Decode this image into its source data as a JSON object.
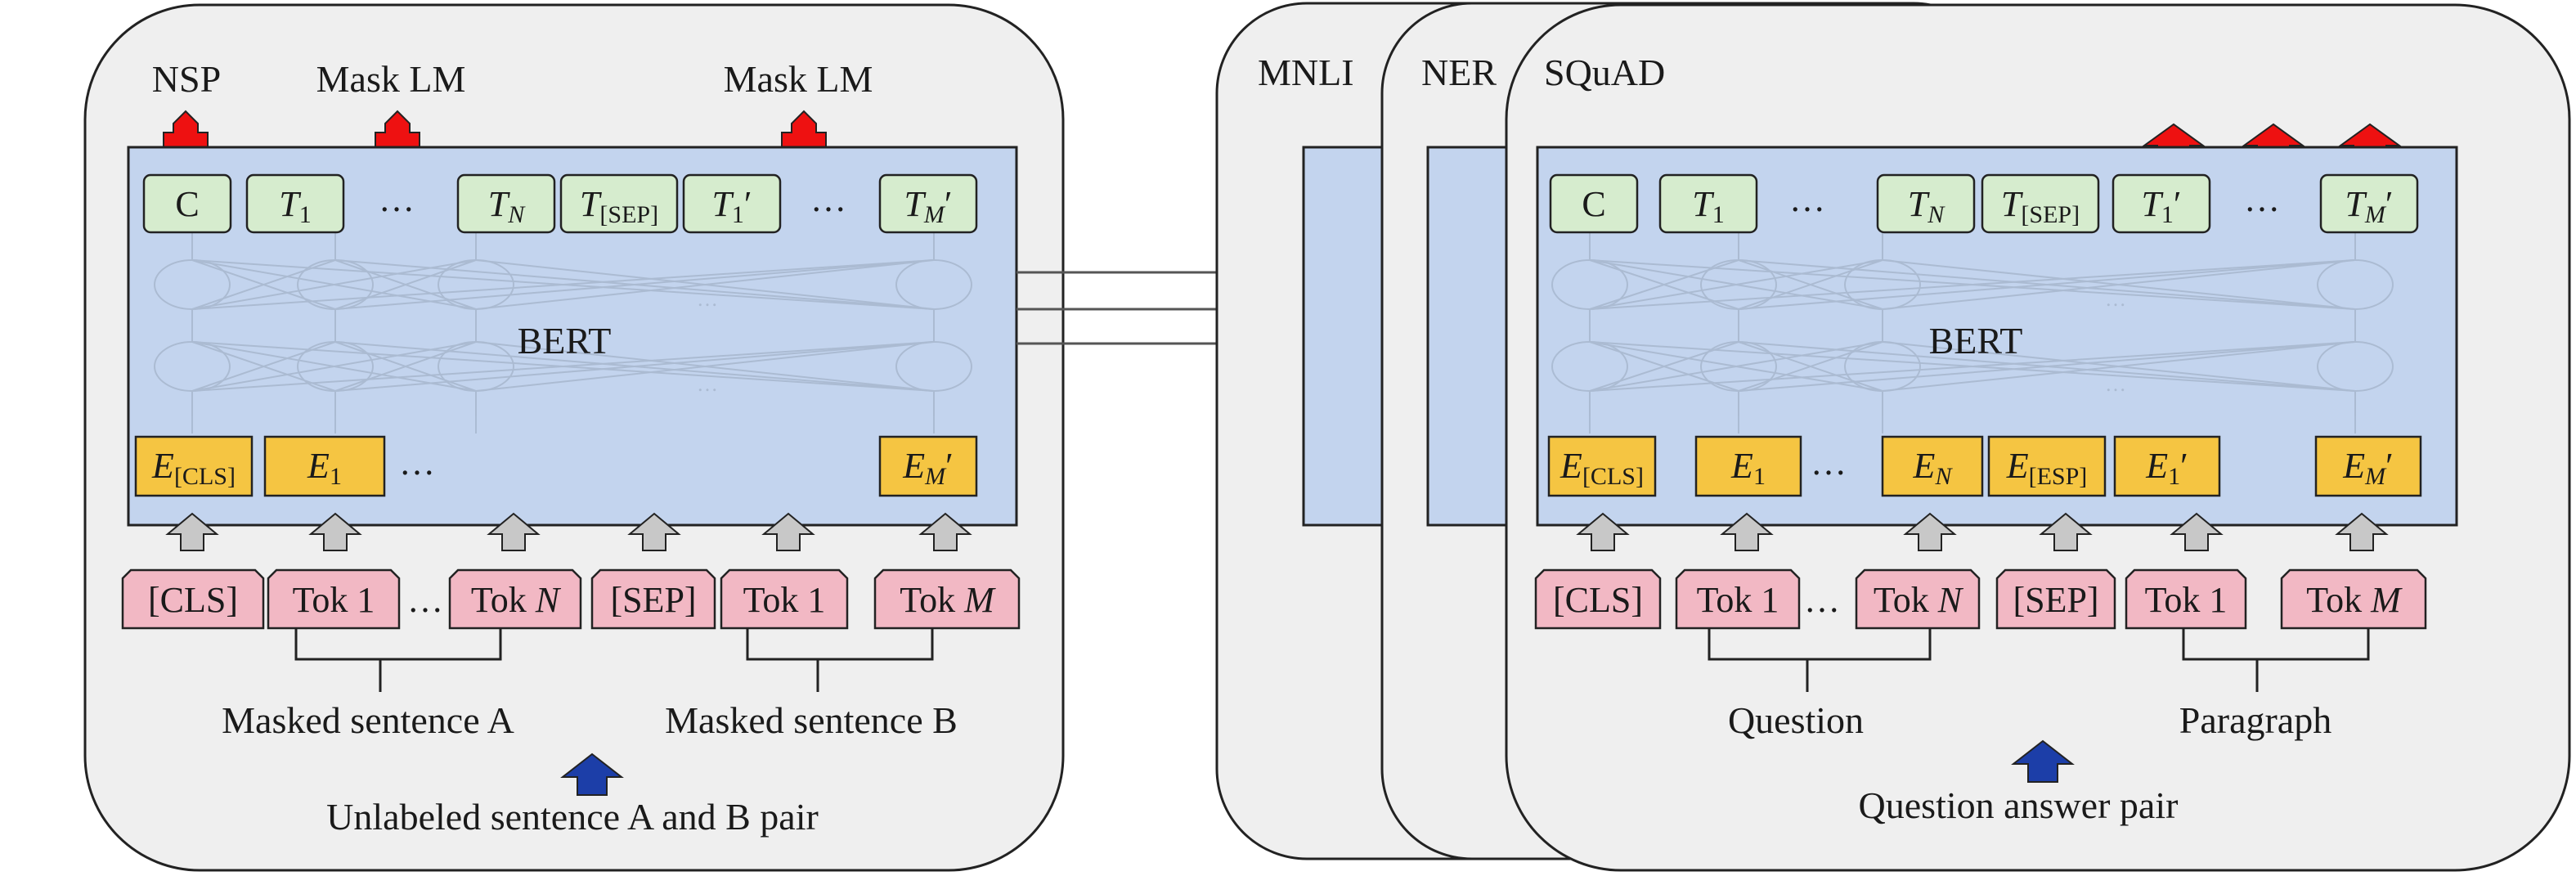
{
  "pretraining": {
    "heads": [
      "NSP",
      "Mask LM",
      "Mask LM"
    ],
    "model": "BERT",
    "outputs": [
      "C",
      "T",
      "1",
      "…",
      "T",
      "N",
      "T",
      "[SEP]",
      "T",
      "1",
      "′",
      "…",
      "T",
      "M",
      "′"
    ],
    "embeddings": [
      "E",
      "[CLS]",
      "E",
      "1",
      "…",
      "E",
      "M",
      "′"
    ],
    "tokens": [
      "[CLS]",
      "Tok 1",
      "…",
      "Tok ",
      "N",
      "[SEP]",
      "Tok 1",
      "Tok ",
      "M"
    ],
    "segment_a": "Masked sentence A",
    "segment_b": "Masked sentence B",
    "input_caption": "Unlabeled sentence A and B pair",
    "ellipsis": "…"
  },
  "finetuning": {
    "tasks": [
      "MNLI",
      "NER",
      "SQuAD"
    ],
    "model": "BERT",
    "outputs": [
      "C",
      "T",
      "1",
      "…",
      "T",
      "N",
      "T",
      "[SEP]",
      "T",
      "1",
      "′",
      "…",
      "T",
      "M",
      "′"
    ],
    "embeddings": [
      "E",
      "[CLS]",
      "E",
      "1",
      "…",
      "E",
      "N",
      "E",
      "[ESP]",
      "E",
      "1",
      "′",
      "E",
      "M",
      "′"
    ],
    "tokens": [
      "[CLS]",
      "Tok 1",
      "…",
      "Tok ",
      "N",
      "[SEP]",
      "Tok 1",
      "Tok ",
      "M"
    ],
    "segment_a": "Question",
    "segment_b": "Paragraph",
    "input_caption": "Question answer pair",
    "ellipsis": "…"
  },
  "colors": {
    "panel": "#efefef",
    "bert": "#c3d4ee",
    "output_box": "#d6ecce",
    "embedding_box": "#f5c542",
    "token_box": "#f2b8c4",
    "head_arrow": "#ee1111",
    "input_arrow": "#1c3ea8",
    "gray_arrow": "#c8c8c8"
  }
}
